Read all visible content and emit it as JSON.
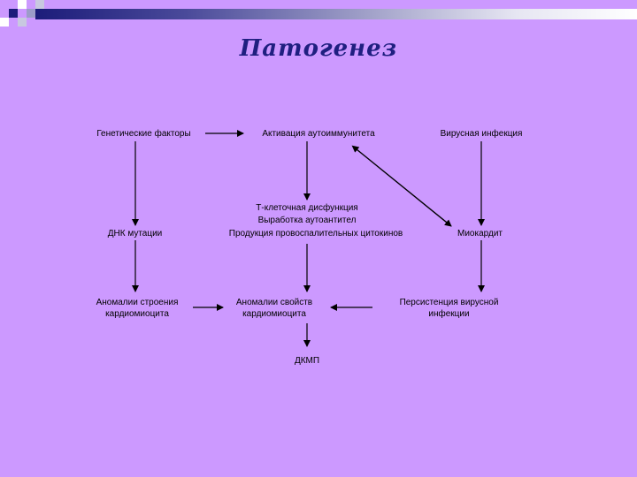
{
  "slide": {
    "title": "Патогенез"
  },
  "diagram": {
    "genetic_factors": "Генетические факторы",
    "autoimmunity_activation": "Активация аутоиммунитета",
    "viral_infection": "Вирусная инфекция",
    "t_cell_dysfunction": "Т-клеточная дисфункция",
    "autoantibody_production": "Выработка аутоантител",
    "proinflammatory_cytokines": "Продукция провоспалительных цитокинов",
    "dna_mutations": "ДНК мутации",
    "myocarditis": "Миокардит",
    "cardiomyocyte_structure_line1": "Аномалии строения",
    "cardiomyocyte_structure_line2": "кардиомиоцита",
    "cardiomyocyte_properties_line1": "Аномалии свойств",
    "cardiomyocyte_properties_line2": "кардиомиоцита",
    "viral_persistence_line1": "Персистенция вирусной",
    "viral_persistence_line2": "инфекции",
    "dcm": "ДКМП"
  },
  "colors": {
    "background": "#cc99ff",
    "title": "#1f1f80",
    "arrow": "#000000"
  }
}
